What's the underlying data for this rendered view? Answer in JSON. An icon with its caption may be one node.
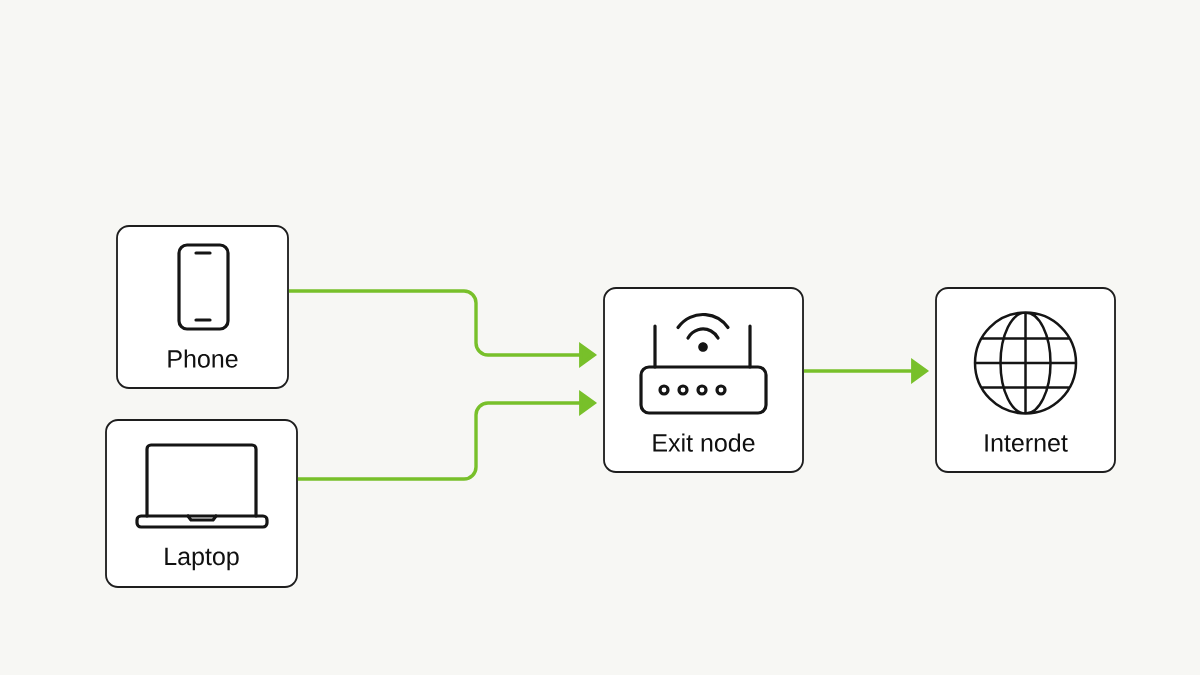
{
  "diagram": {
    "nodes": [
      {
        "text": [
          "Phone"
        ]
      },
      {
        "text": [
          "Laptop"
        ]
      },
      {
        "text": [
          "Exit node"
        ]
      },
      {
        "text": [
          "Internet"
        ]
      }
    ],
    "edges": [
      {
        "from": 0,
        "to": 2,
        "arrow": "to"
      },
      {
        "from": 1,
        "to": 2,
        "arrow": "to"
      },
      {
        "from": 2,
        "to": 3,
        "arrow": "to"
      }
    ]
  }
}
